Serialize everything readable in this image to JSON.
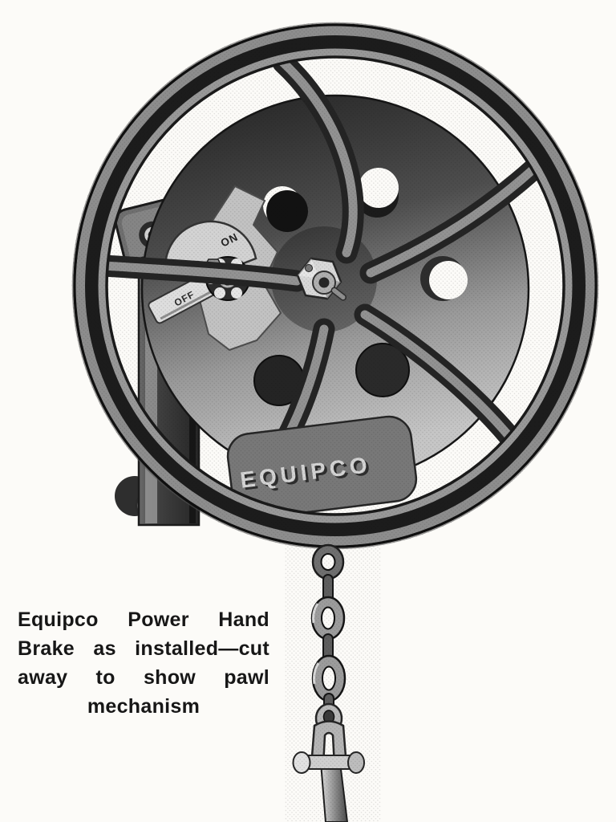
{
  "page": {
    "colors": {
      "paper": "#fcfbf8",
      "ink": "#171717",
      "metal_dark": "#1c1c1c",
      "metal_mid": "#8d8d8d",
      "metal_light": "#d6d6d6"
    }
  },
  "illustration": {
    "brand_embossed": "EQUIPCO",
    "pawl_dial": {
      "on_label": "ON",
      "off_label": "OFF"
    }
  },
  "caption": {
    "full_text": "Equipco Power Hand Brake as installed—cut away to show pawl mechanism",
    "lines": [
      {
        "words": [
          "Equipco",
          "Power",
          "Hand"
        ]
      },
      {
        "words": [
          "Brake",
          "as",
          "installed—cut"
        ]
      },
      {
        "words": [
          "away",
          "to",
          "show",
          "pawl"
        ]
      },
      {
        "words": [
          "mechanism"
        ]
      }
    ]
  }
}
